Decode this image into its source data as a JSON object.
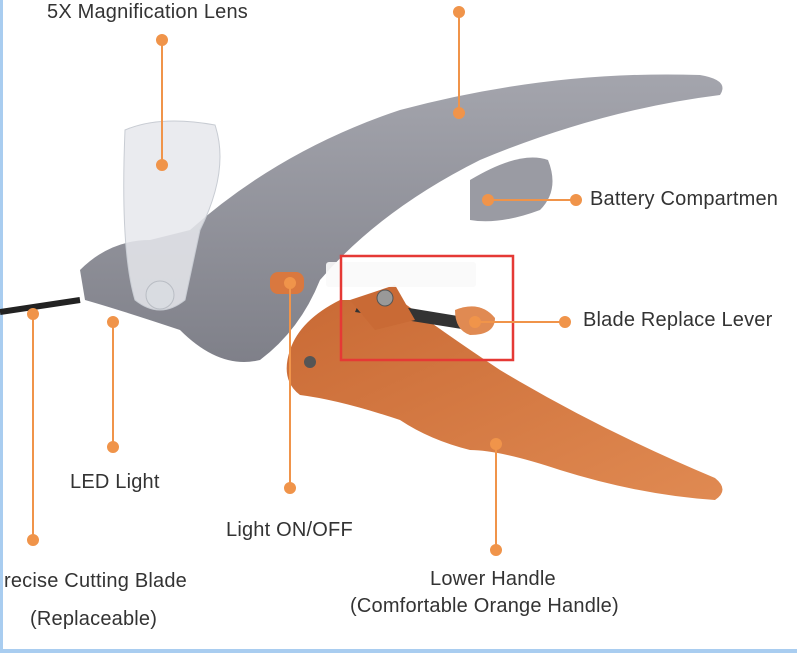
{
  "labels": {
    "magnification_lens": "5X Magnification Lens",
    "battery_compartment": "Battery Compartmen",
    "blade_replace_lever": "Blade Replace Lever",
    "led_light": "LED Light",
    "light_switch": "Light ON/OFF",
    "cutting_blade_line1": "recise Cutting Blade",
    "cutting_blade_line2": "(Replaceable)",
    "lower_handle_line1": "Lower Handle",
    "lower_handle_line2": "(Comfortable Orange Handle)"
  },
  "colors": {
    "callout": "#f0944a",
    "body_gray": "#8f9098",
    "handle_orange": "#d9783f",
    "highlight_box": "#e53935",
    "frame": "#a9cdf0"
  }
}
